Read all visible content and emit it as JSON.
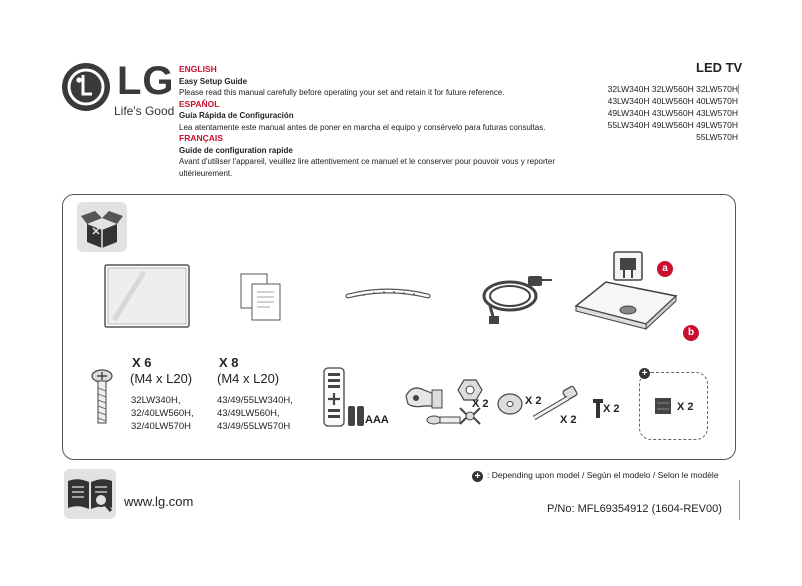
{
  "brand": {
    "logo_text": "LG",
    "tagline": "Life's Good",
    "website": "www.lg.com"
  },
  "languages": [
    {
      "name": "ENGLISH",
      "title": "Easy Setup Guide",
      "text": "Please read this manual carefully before operating your set and retain it for future reference."
    },
    {
      "name": "ESPAÑOL",
      "title": "Guía Rápida de Configuración",
      "text": "Lea atentamente este manual antes de poner en marcha el equipo y consérvelo para futuras consultas."
    },
    {
      "name": "FRANÇAIS",
      "title": "Guide de configuration rapide",
      "text": "Avant d'utiliser l'appareil, veuillez lire attentivement ce manuel et le conserver pour pouvoir vous y reporter ultérieurement."
    }
  ],
  "product": {
    "title": "LED TV",
    "models": [
      "32LW340H 32LW560H 32LW570H",
      "43LW340H 40LW560H 40LW570H",
      "49LW340H 43LW560H 43LW570H",
      "55LW340H 49LW560H 49LW570H",
      "55LW570H"
    ]
  },
  "parts": {
    "badge_a": "a",
    "badge_b": "b",
    "screw_set_1": {
      "qty": "X 6",
      "spec": "(M4 x L20)",
      "models": [
        "32LW340H,",
        "32/40LW560H,",
        "32/40LW570H"
      ]
    },
    "screw_set_2": {
      "qty": "X 8",
      "spec": "(M4 x L20)",
      "models": [
        "43/49/55LW340H,",
        "43/49LW560H,",
        "43/49/55LW570H"
      ]
    },
    "battery_label": "AAA",
    "qty_nuts": "X 2",
    "qty_washer": "X 2",
    "qty_bolts": "X 2",
    "qty_small_screw": "X 2",
    "qty_spacer": "X 2"
  },
  "footnote": ": Depending upon model / Según el modelo / Selon le modèle",
  "part_number": "P/No: MFL69354912 (1604-REV00)"
}
